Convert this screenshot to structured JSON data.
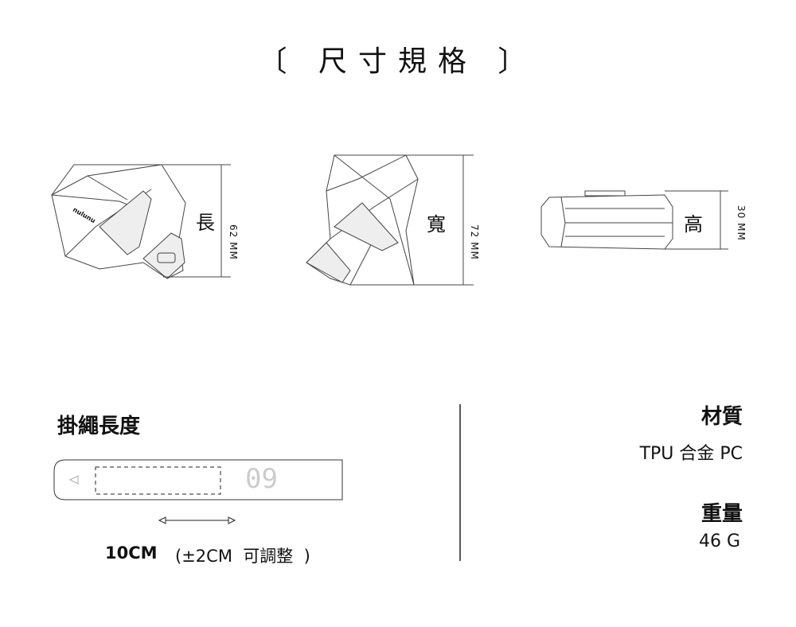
{
  "title": "〔 尺寸規格 〕",
  "dimensions": [
    {
      "label": "長",
      "value": "62 MM"
    },
    {
      "label": "寬",
      "value": "72 MM"
    },
    {
      "label": "高",
      "value": "30 MM"
    }
  ],
  "brand_mark": "nulunu",
  "lanyard": {
    "heading": "掛繩長度",
    "tag_text": "09",
    "length": "10CM",
    "note": "(±2CM  可調整  )"
  },
  "material": {
    "heading": "材質",
    "value": "TPU 合金 PC"
  },
  "weight": {
    "heading": "重量",
    "value": "46 G"
  }
}
